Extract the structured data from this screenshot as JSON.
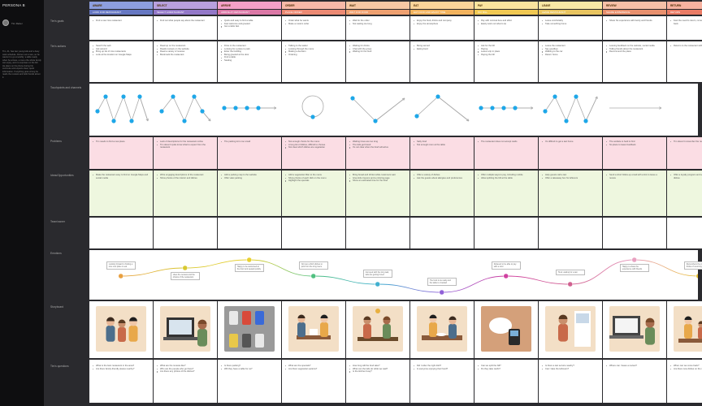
{
  "persona": {
    "title": "PERSONA B",
    "name": "Tim Reiter",
    "description": "Tim, 41, has two young kids and a busy work schedule. Dinner out is rare, so he wants it to go smoothly: a table ready when he arrives, a menu the whole family can enjoy, and no surprises on the bill. He plans on his phone during his commute and expects clear, quick information. If anything goes wrong he reads the reviews and tells friends about it."
  },
  "row_labels": {
    "goals": "Tim's goals",
    "actions": "Tim's actions",
    "touchpoints": "Touchpoints and channels",
    "problems": "Problems",
    "opportunities": "Ideas/Opportunities",
    "team": "Team/owner",
    "emotions": "Emotions",
    "storyboard": "Storyboard",
    "questions": "Tim's questions"
  },
  "stages": [
    {
      "name": "AWARE",
      "sub": "LOOK FOR RESTAURANT",
      "color": "#8d9ede",
      "subcolor": "#6677c2"
    },
    {
      "name": "SELECT",
      "sub": "SELECT A RESTAURANT",
      "color": "#b8a0de",
      "subcolor": "#9378c8"
    },
    {
      "name": "ARRIVE",
      "sub": "ARRIVE AT RESTAURANT",
      "color": "#f4a0c8",
      "subcolor": "#db78a6"
    },
    {
      "name": "ORDER",
      "sub": "PLACE ORDER",
      "color": "#f8b9a8",
      "subcolor": "#ec8a74"
    },
    {
      "name": "WAIT",
      "sub": "WAIT FOR FOOD",
      "color": "#f8c8a4",
      "subcolor": "#eea070"
    },
    {
      "name": "EAT",
      "sub": "EAT FOOD AND ENJOY TIME",
      "color": "#fad49a",
      "subcolor": "#f2b35e"
    },
    {
      "name": "PAY",
      "sub": "PAY BILL",
      "color": "#fae49e",
      "subcolor": "#f0c852"
    },
    {
      "name": "LEAVE",
      "sub": "LEAVE RESTAURANT",
      "color": "#f8e8a6",
      "subcolor": "#e8c460"
    },
    {
      "name": "REVIEW",
      "sub": "SHARE EXPERIENCE",
      "color": "#f6c0a8",
      "subcolor": "#e8906e"
    },
    {
      "name": "RETURN",
      "sub": "RETURN",
      "color": "#f8b2a0",
      "subcolor": "#ea7c66"
    }
  ],
  "goals": [
    [
      "Find a new nice restaurant"
    ],
    [
      "Find out what people say about the restaurant"
    ],
    [
      "Quick and easy to find a table",
      "Feel welcome and greeted",
      "Get a table fast"
    ],
    [
      "Order what he wants",
      "Make a custom order"
    ],
    [
      "Wait for the order",
      "Not waiting too long"
    ],
    [
      "Enjoy the food, drinks and company",
      "Enjoy the atmosphere"
    ],
    [
      "Pay with minimal fuss and effort",
      "Easily work out what to tip"
    ],
    [
      "Leave comfortably",
      "Take something home"
    ],
    [
      "Share his experience with family and friends"
    ],
    [
      "Feel the need to return, remember the place and come back"
    ]
  ],
  "actions": [
    [
      "Search the web",
      "Ask around",
      "Bring up list of nice restaurants",
      "Look at the location on Google Maps"
    ],
    [
      "Read up on the restaurant",
      "Reads reviews on the website",
      "Read a variety of reviews",
      "Bookmark the restaurant"
    ],
    [
      "Drive to the restaurant",
      "Looking for a place to park",
      "Enter the building",
      "Being greeted at the door",
      "Find a table",
      "Seating"
    ],
    [
      "Talking to the waiter",
      "Looking through the menu",
      "Making a decision",
      "Ordering"
    ],
    [
      "Waiting for drinks",
      "Chat with the group",
      "Waiting for the food"
    ],
    [
      "Being served",
      "Eating food"
    ],
    [
      "Ask for the bill",
      "Paying",
      "Leave a tip in place",
      "Paying the bill"
    ],
    [
      "Leave the restaurant",
      "Say goodbye",
      "Walking to the car",
      "Return home"
    ],
    [
      "Leaving feedback on the website, social media",
      "Telling friends about the restaurant",
      "Recommend the place"
    ],
    [
      "Returns to the restaurant with friends or family"
    ]
  ],
  "problems": [
    [
      "Tim needs to find a new place"
    ],
    [
      "Lack of descriptions for the restaurant online",
      "Tim doesn't quite know what to expect from the restaurant"
    ],
    [
      "The parking lot is too small"
    ],
    [
      "Not enough choice for the menu",
      "A long list of dishes, difficult to choose",
      "Not clear which dishes are vegetarian"
    ],
    [
      "Waiting times are too long",
      "The kids get bored",
      "It's not clear when the food will arrive"
    ],
    [
      "Salty food",
      "Not enough room at the table"
    ],
    [
      "The restaurant does not accept cards"
    ],
    [
      "It's difficult to get a taxi home"
    ],
    [
      "The website is hard to find",
      "No place to leave feedback"
    ],
    [
      "Tim doesn't remember the restaurant name"
    ]
  ],
  "opportunities": [
    [
      "Make the restaurant easy to find on Google Maps and social media"
    ],
    [
      "Write engaging descriptions of the restaurant",
      "Show photos of the interior and dishes"
    ],
    [
      "Add a parking map to the website",
      "Offer valet parking"
    ],
    [
      "Add a vegetarian filter to the menu",
      "Show photos of each dish on the menu",
      "Highlight the specials"
    ],
    [
      "Bring bread and drinks while customers wait",
      "Give kids crayons and a coloring page",
      "Show an estimated time for the food"
    ],
    [
      "Offer a variety of dishes",
      "Ask the guests about allergies and preferences"
    ],
    [
      "Offer multiple ways to pay, including mobile",
      "Allow splitting the bill at the table"
    ],
    [
      "Help guests call a taxi",
      "Offer a takeaway box for leftovers"
    ],
    [
      "Send a short follow-up email with a link to leave a review"
    ],
    [
      "Offer a loyalty program and send reminders about new dishes"
    ]
  ],
  "emotions": [
    {
      "icon": "neutral",
      "note": "Looking forward to finding a nice new place to eat"
    },
    {
      "icon": "happy",
      "note": "Likes the reviews and the photos of the restaurant"
    },
    {
      "icon": "delighted",
      "note": "Happy to be welcomed at the door and seated quickly"
    },
    {
      "icon": "neutral",
      "note": "Not sure which dishes to pick from the long menu"
    },
    {
      "icon": "sad",
      "note": "Annoyed with the long wait, kids are getting bored"
    },
    {
      "icon": "upset",
      "note": "The food is too salty and the table is crowded"
    },
    {
      "icon": "neutral",
      "note": "Relieved to be able to pay with a card"
    },
    {
      "icon": "sad",
      "note": "Tired, waiting for a taxi"
    },
    {
      "icon": "delighted",
      "note": "Happy to share the experience with friends"
    },
    {
      "icon": "neutral",
      "note": "Remembers the place and thinks of returning"
    }
  ],
  "storyboard": [
    "friends-talking",
    "laptop-search",
    "parking-lot",
    "ordering-at-table",
    "waiting-at-table",
    "eating-dinner",
    "card-payment",
    "leaving-home",
    "review-on-laptop",
    "family-return"
  ],
  "questions": [
    [
      "What is the best restaurant in the area?",
      "Are there family-friendly places nearby?"
    ],
    [
      "What are the reviews like?",
      "Who are the people who go there?",
      "Are there any photos of the dishes?"
    ],
    [
      "Is there parking?",
      "Will they have a table for us?"
    ],
    [
      "What are the specials?",
      "Are there vegetarian options?"
    ],
    [
      "How long will the food take?",
      "What can the kids do while we wait?",
      "Is the kitchen busy?"
    ],
    [
      "Did I order the right dish?",
      "Is everyone enjoying their food?"
    ],
    [
      "Can we split the bill?",
      "Do they take cards?"
    ],
    [
      "Is there a taxi service nearby?",
      "Can I take the leftovers?"
    ],
    [
      "Where can I leave a review?"
    ],
    [
      "When can we come back?",
      "Are there new dishes on the menu?"
    ]
  ],
  "colors": {
    "problem_bg": "#fbdde4",
    "opportunity_bg": "#eef7df",
    "touchpoint_icon": "#1ea7e8"
  }
}
